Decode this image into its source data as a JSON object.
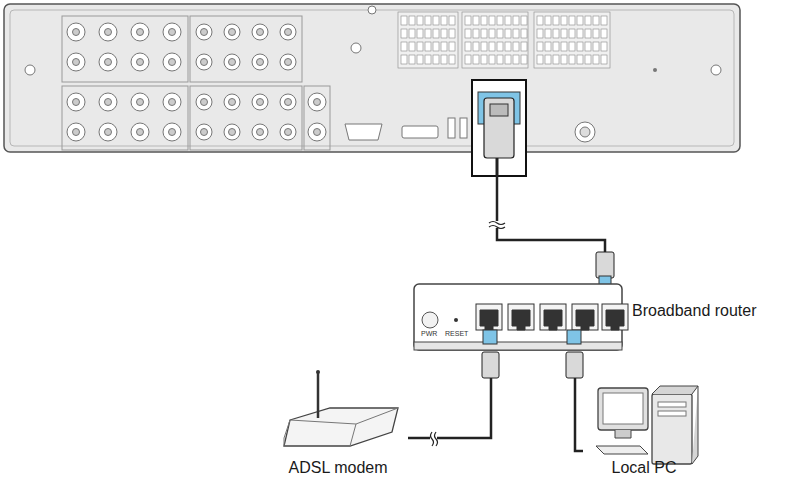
{
  "diagram": {
    "nodes": [
      {
        "text": [
          "Broadband router"
        ]
      },
      {
        "text": [
          "ADSL modem"
        ]
      },
      {
        "text": [
          "Local PC"
        ]
      }
    ],
    "edges": [
      {
        "from": 0,
        "to": 1,
        "arrow": "none"
      },
      {
        "from": 0,
        "to": 2,
        "arrow": "none"
      }
    ],
    "labels": [
      "PWR",
      "RESET"
    ]
  }
}
